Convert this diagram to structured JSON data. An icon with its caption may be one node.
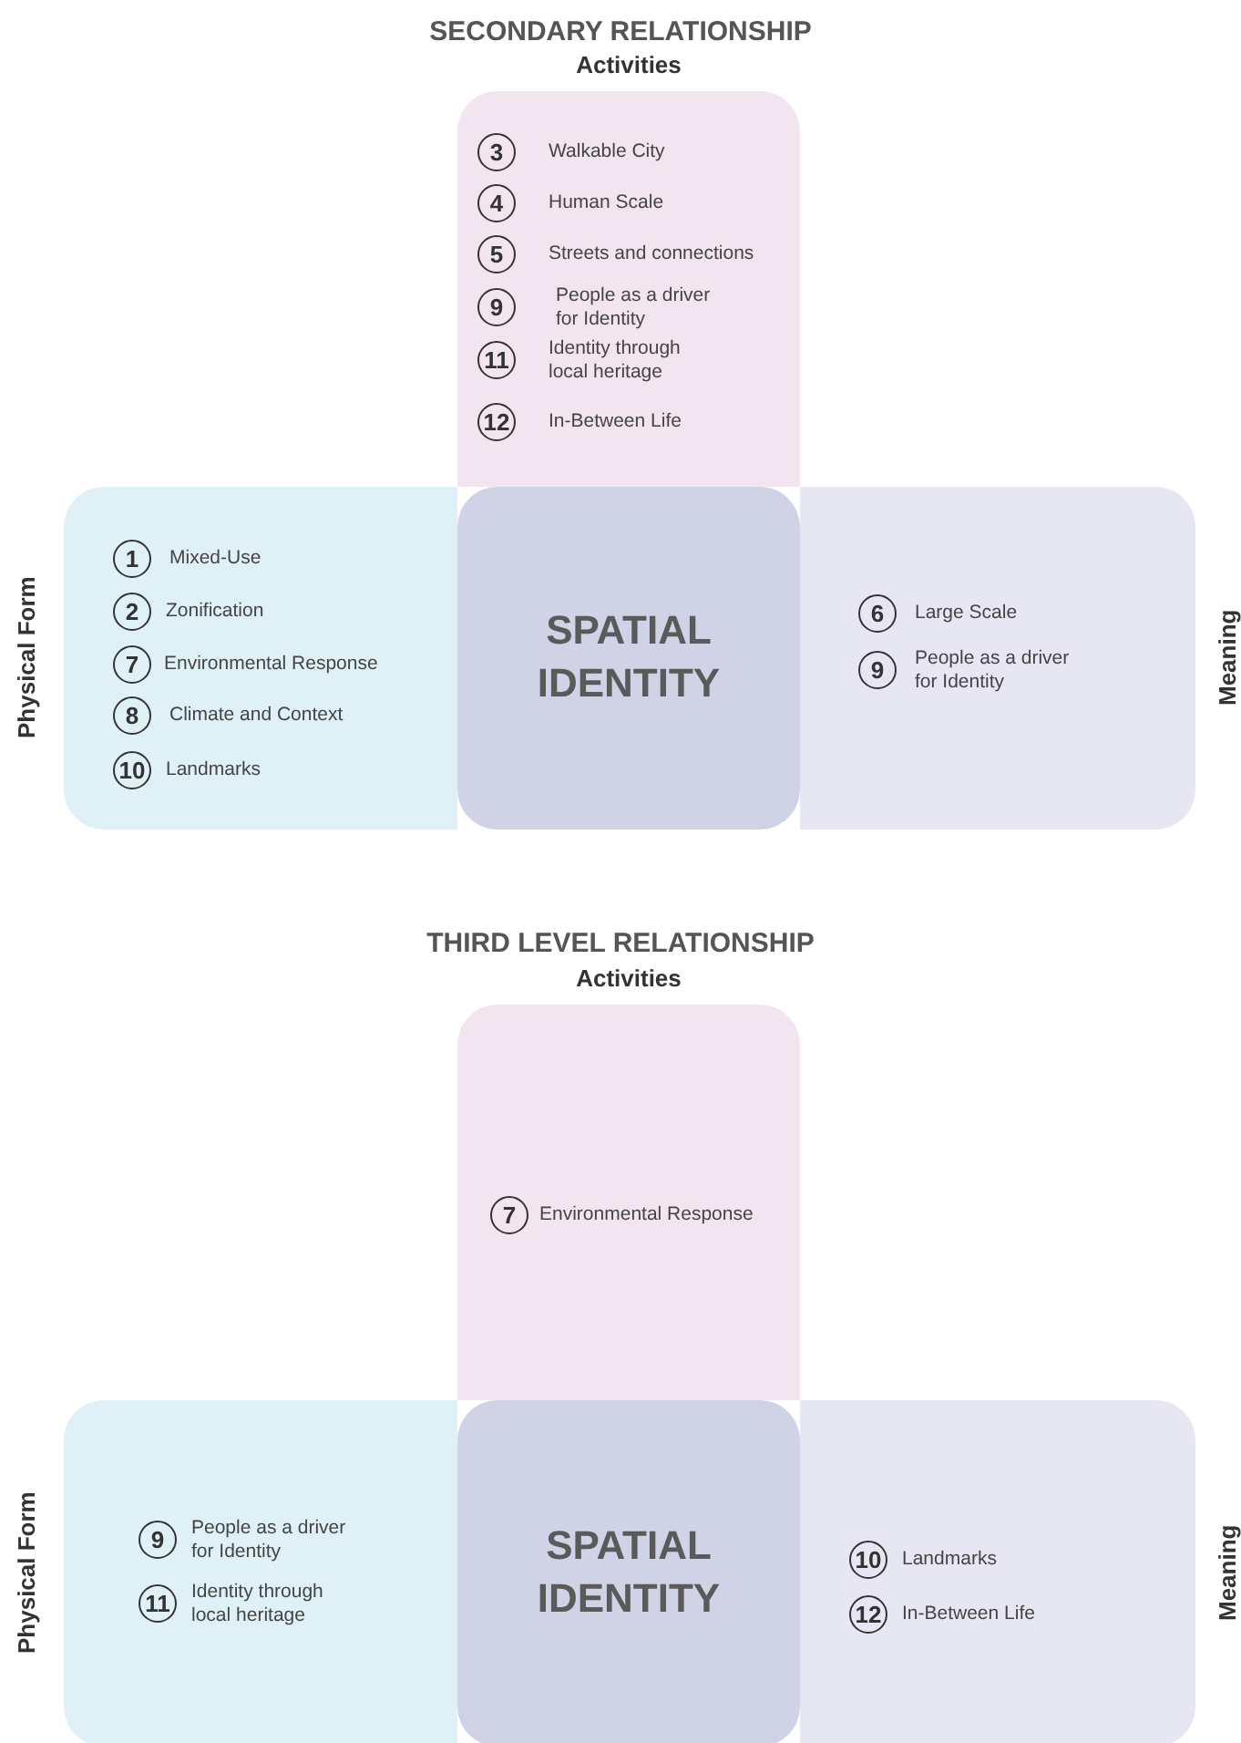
{
  "diagram": {
    "nodes": [
      {
        "text": [
          "Activities"
        ]
      },
      {
        "text": [
          "3"
        ],
        "in": 0,
        "beside": [
          "Walkable City"
        ]
      },
      {
        "text": [
          "4"
        ],
        "in": 0,
        "beside": [
          "Human Scale"
        ]
      },
      {
        "text": [
          "5"
        ],
        "in": 0,
        "beside": [
          "Streets and connections"
        ]
      },
      {
        "text": [
          "9"
        ],
        "in": 0,
        "beside": [
          "People as a driver for Identity"
        ]
      },
      {
        "text": [
          "11"
        ],
        "in": 0,
        "beside": [
          "Identity through local heritage"
        ]
      },
      {
        "text": [
          "12"
        ],
        "in": 0,
        "beside": [
          "In-Between Life"
        ]
      },
      {
        "text": [
          "Physical Form"
        ]
      },
      {
        "text": [
          "1"
        ],
        "in": 7,
        "beside": [
          "Mixed-Use"
        ]
      },
      {
        "text": [
          "2"
        ],
        "in": 7,
        "beside": [
          "Zonification"
        ]
      },
      {
        "text": [
          "7"
        ],
        "in": 7,
        "beside": [
          "Environmental Response"
        ]
      },
      {
        "text": [
          "8"
        ],
        "in": 7,
        "beside": [
          "Climate and Context"
        ]
      },
      {
        "text": [
          "10"
        ],
        "in": 7,
        "beside": [
          "Landmarks"
        ]
      },
      {
        "text": [
          "SPATIAL IDENTITY"
        ]
      },
      {
        "text": [
          "Meaning"
        ]
      },
      {
        "text": [
          "6"
        ],
        "in": 14,
        "beside": [
          "Large Scale"
        ]
      },
      {
        "text": [
          "9"
        ],
        "in": 14,
        "beside": [
          "People as a driver for Identity"
        ]
      },
      {
        "text": [
          "Activities"
        ]
      },
      {
        "text": [
          "7"
        ],
        "in": 17,
        "beside": [
          "Environmental Response"
        ]
      },
      {
        "text": [
          "Physical Form"
        ]
      },
      {
        "text": [
          "9"
        ],
        "in": 19,
        "beside": [
          "People as a driver for Identity"
        ]
      },
      {
        "text": [
          "11"
        ],
        "in": 19,
        "beside": [
          "Identity through local heritage"
        ]
      },
      {
        "text": [
          "SPATIAL IDENTITY"
        ]
      },
      {
        "text": [
          "Meaning"
        ]
      },
      {
        "text": [
          "10"
        ],
        "in": 23,
        "beside": [
          "Landmarks"
        ]
      },
      {
        "text": [
          "12"
        ],
        "in": 23,
        "beside": [
          "In-Between Life"
        ]
      }
    ],
    "labels": [
      "SECONDARY RELATIONSHIP",
      "THIRD LEVEL RELATIONSHIP"
    ]
  }
}
